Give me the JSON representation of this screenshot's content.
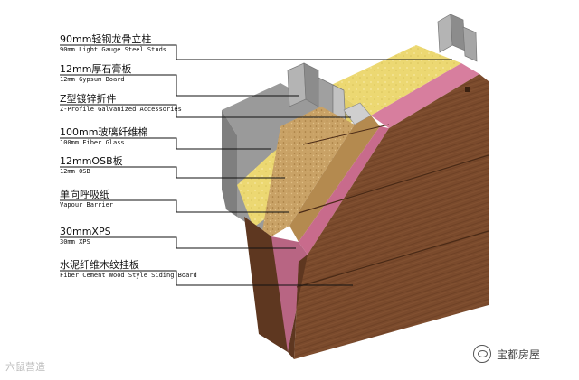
{
  "labels": [
    {
      "zh": "90mm轻钢龙骨立柱",
      "en": "90mm Light Gauge Steel Studs"
    },
    {
      "zh": "12mm厚石膏板",
      "en": "12mm Gypsum Board"
    },
    {
      "zh": "Z型镀锌折件",
      "en": "Z-Profile Galvanized Accessories"
    },
    {
      "zh": "100mm玻璃纤维棉",
      "en": "100mm Fiber Glass"
    },
    {
      "zh": "12mmOSB板",
      "en": "12mm OSB"
    },
    {
      "zh": "单向呼吸纸",
      "en": "Vapour Barrier"
    },
    {
      "zh": "30mmXPS",
      "en": "30mm XPS"
    },
    {
      "zh": "水泥纤维木纹挂板",
      "en": "Fiber Cement Wood Style Siding Board"
    }
  ],
  "watermarks": {
    "left": "六鼠营造",
    "right": "宝都房屋"
  },
  "colors": {
    "siding": "#7a4a2c",
    "siding_dark": "#5e3720",
    "xps": "#d77e9e",
    "osb": "#c9a266",
    "fiberglass": "#ecd872",
    "steel": "#a8a8a8",
    "gypsum": "#9a9a9a"
  }
}
